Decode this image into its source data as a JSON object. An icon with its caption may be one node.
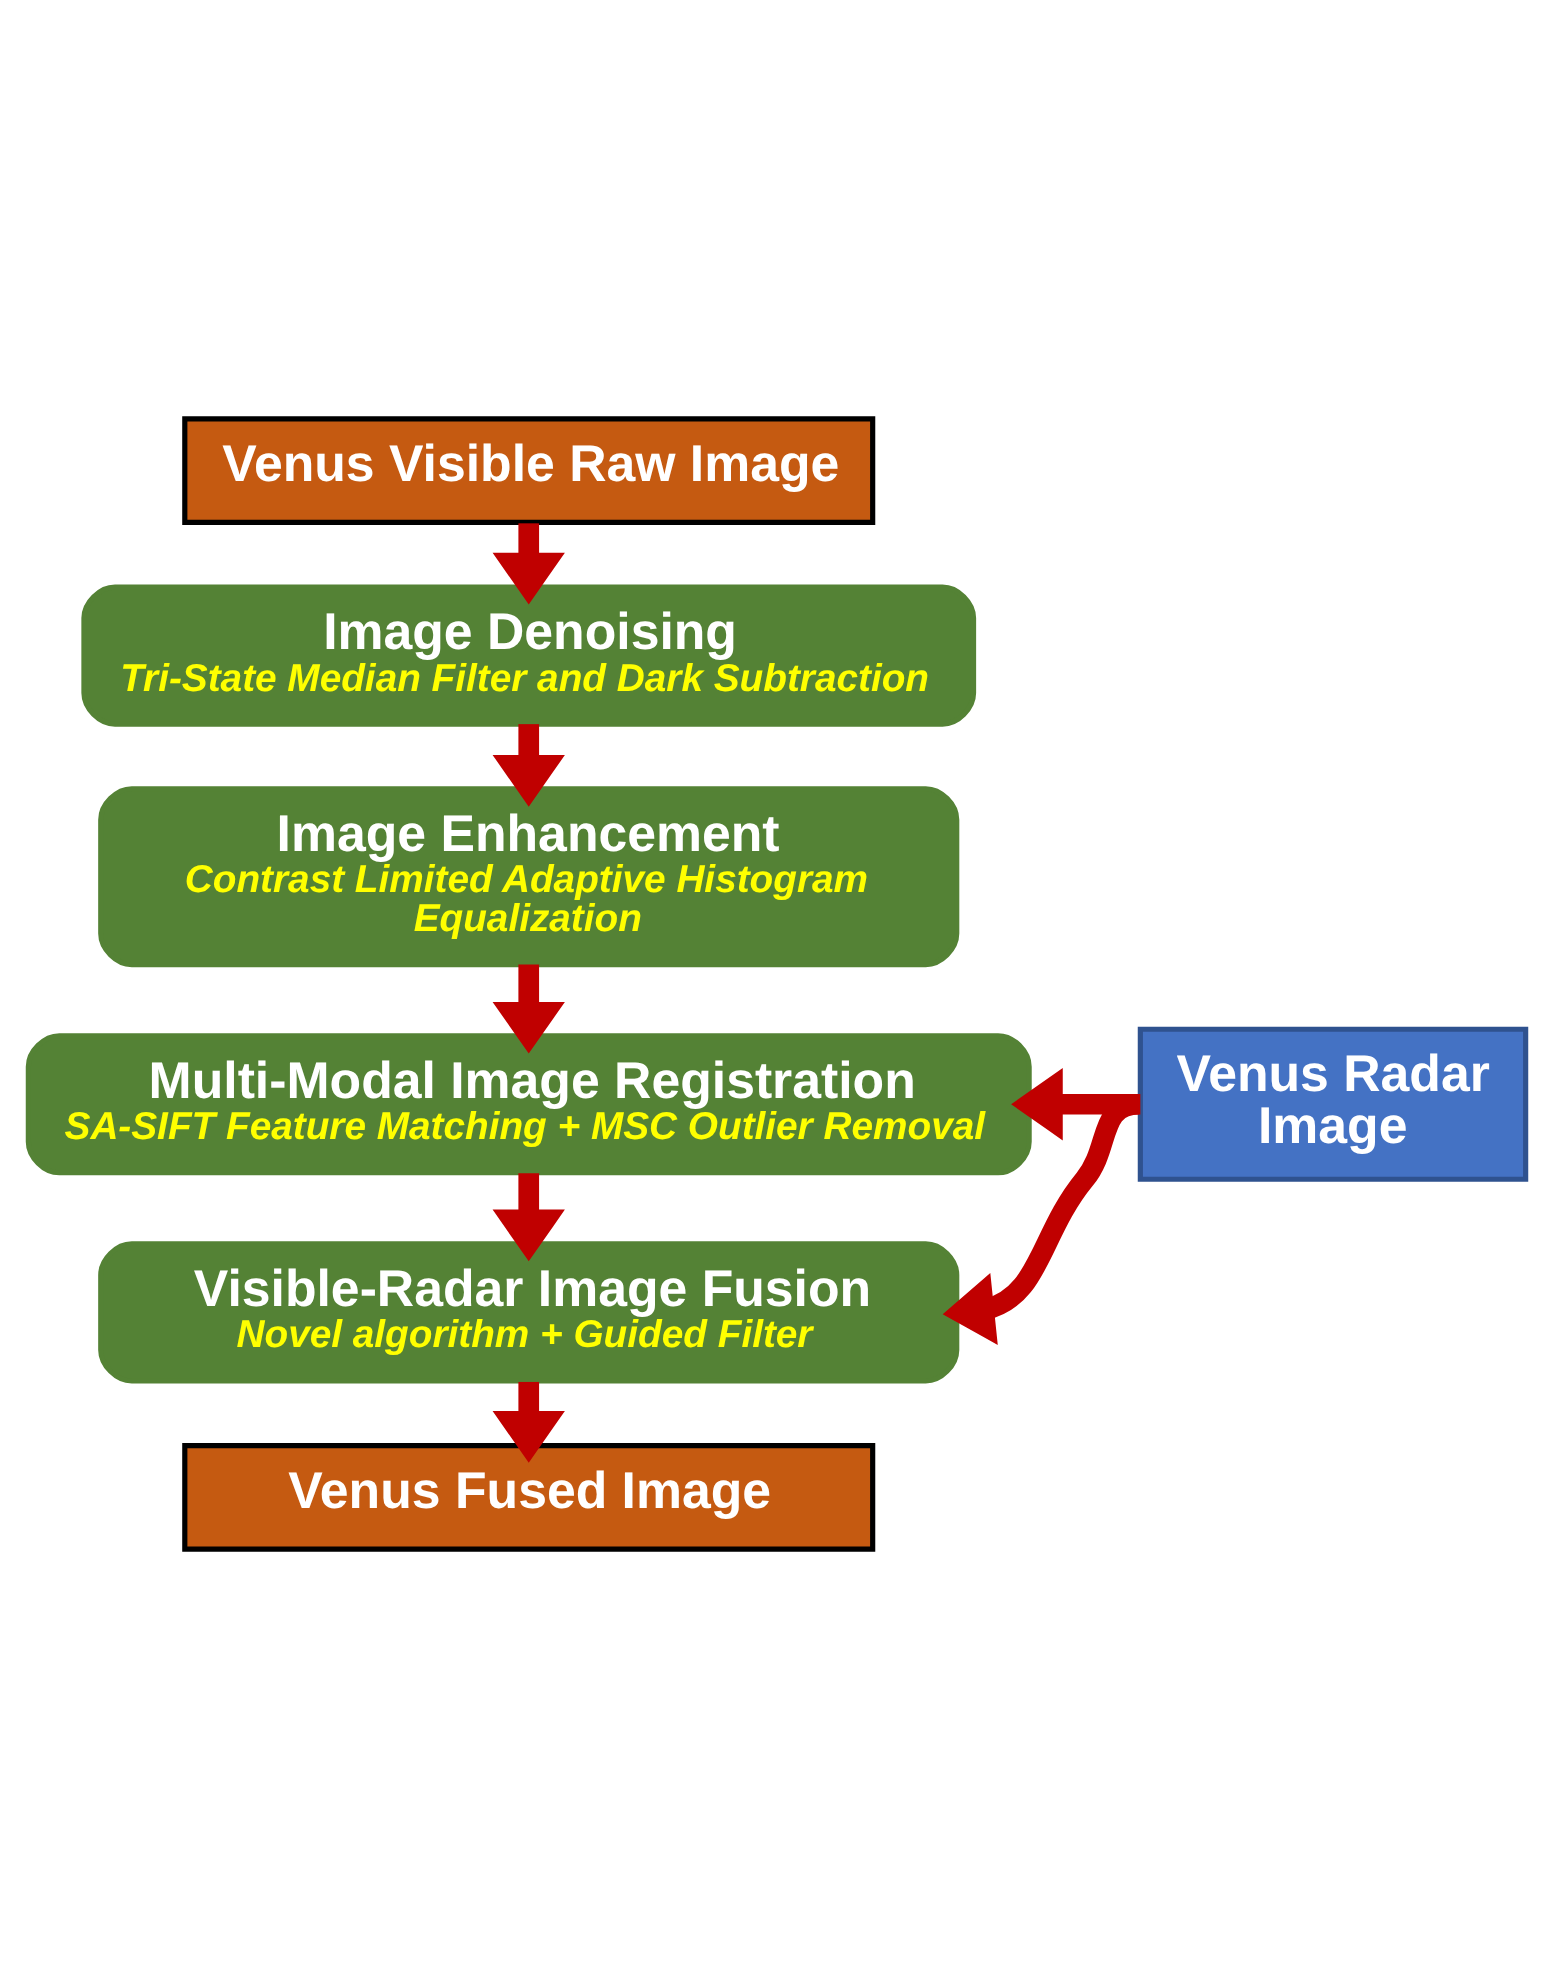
{
  "diagram": {
    "nodes": [
      {
        "text": [
          "Venus Visible Raw Image"
        ]
      },
      {
        "text": [
          "Image Denoising",
          "Tri-State Median Filter and Dark Subtraction"
        ]
      },
      {
        "text": [
          "Image Enhancement",
          "Contrast Limited Adaptive Histogram Equalization"
        ]
      },
      {
        "text": [
          "Multi-Modal Image Registration",
          "SA-SIFT Feature Matching + MSC Outlier Removal"
        ]
      },
      {
        "text": [
          "Visible-Radar Image Fusion",
          "Novel algorithm + Guided Filter"
        ]
      },
      {
        "text": [
          "Venus Fused Image"
        ]
      },
      {
        "text": [
          "Venus Radar Image"
        ]
      }
    ],
    "edges": [
      {
        "from": 0,
        "to": 1,
        "arrow": "to"
      },
      {
        "from": 1,
        "to": 2,
        "arrow": "to"
      },
      {
        "from": 2,
        "to": 3,
        "arrow": "to"
      },
      {
        "from": 3,
        "to": 4,
        "arrow": "to"
      },
      {
        "from": 4,
        "to": 5,
        "arrow": "to"
      },
      {
        "from": 6,
        "to": 3,
        "arrow": "to"
      },
      {
        "from": 6,
        "to": 4,
        "arrow": "to"
      }
    ]
  }
}
